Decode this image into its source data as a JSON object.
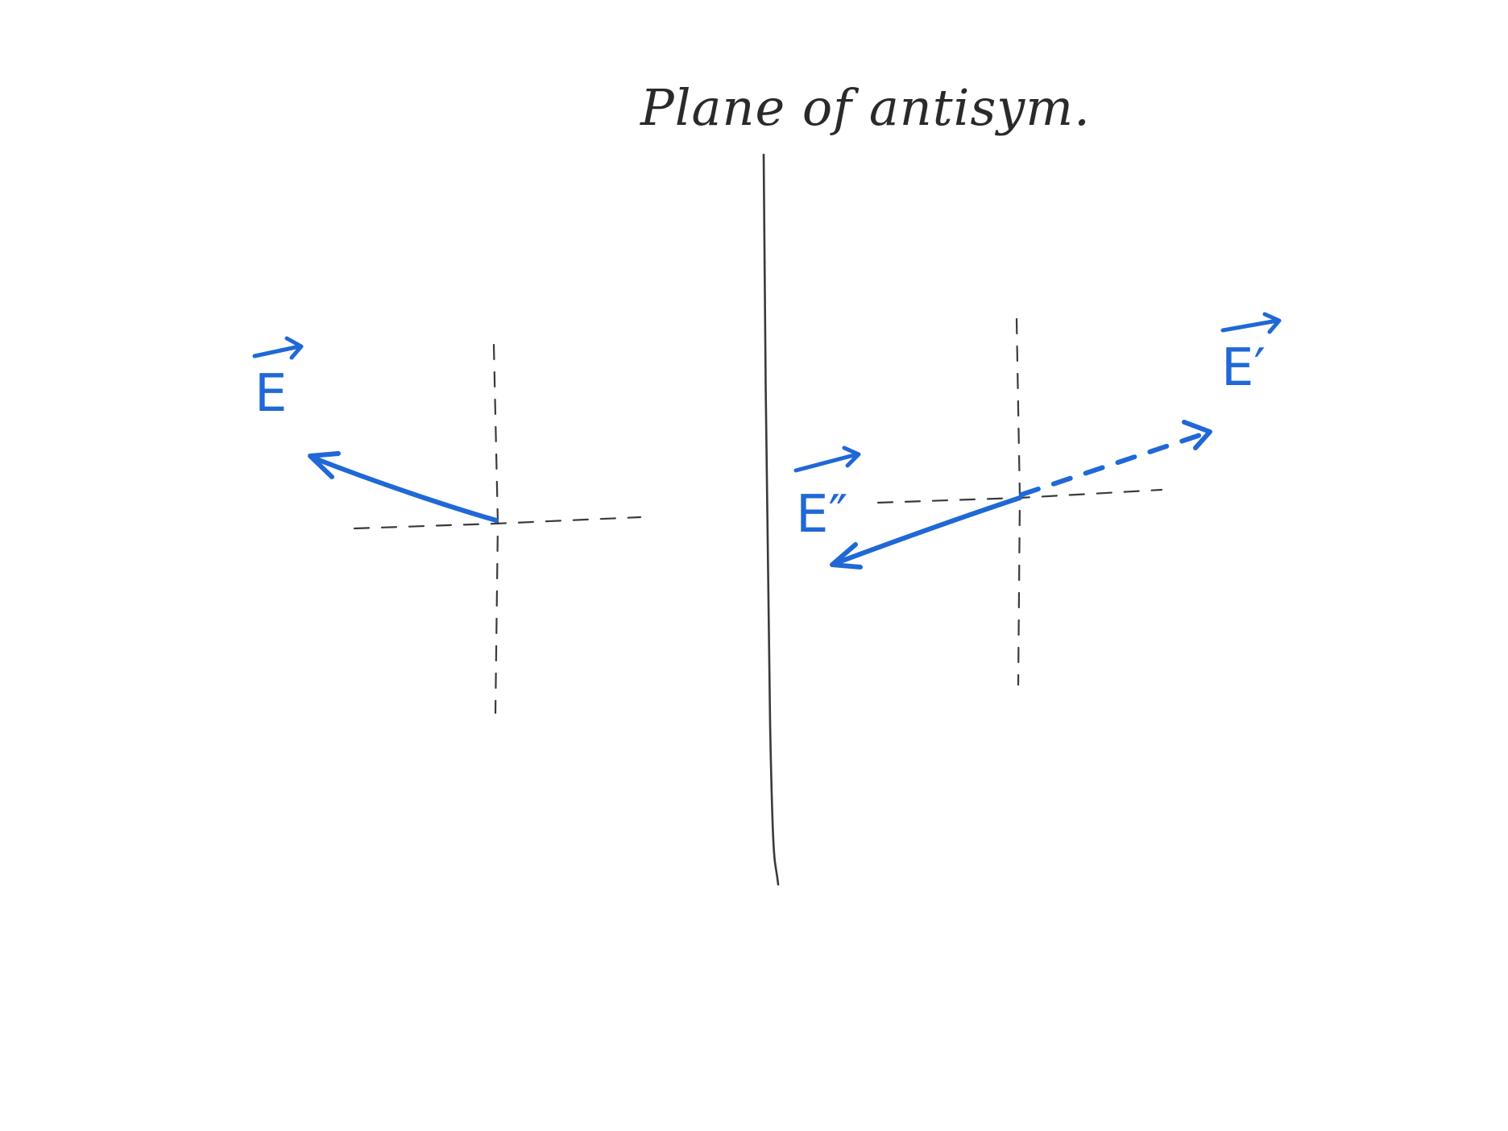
{
  "diagram": {
    "title": "Plane of antisym.",
    "labels": {
      "E": "E",
      "E_prime": "E′",
      "E_double_prime": "E″"
    },
    "colors": {
      "ink": "#2a2a2a",
      "vector": "#1f68d6"
    }
  }
}
